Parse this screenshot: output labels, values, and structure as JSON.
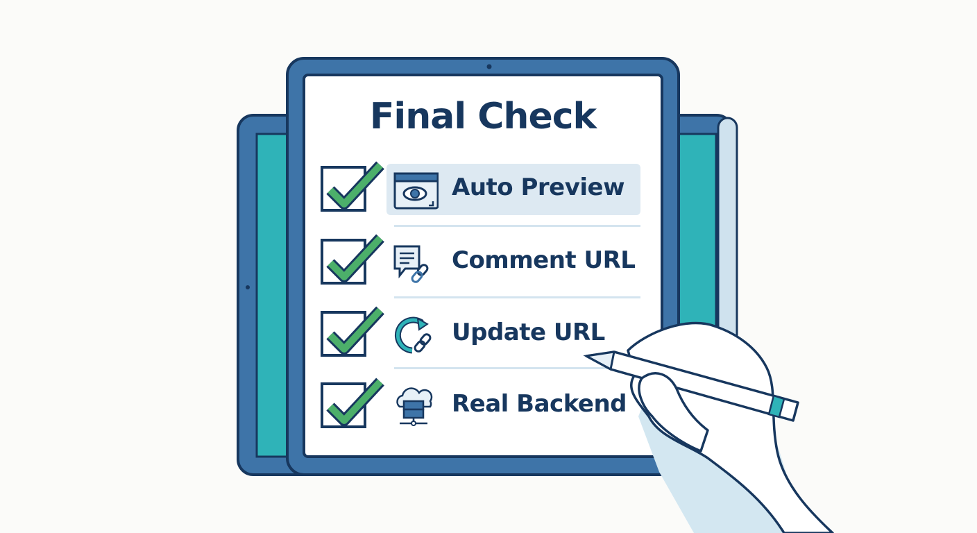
{
  "title": "Final Check",
  "colors": {
    "frame": "#3e74a8",
    "outline": "#17375e",
    "teal": "#2fb3b8",
    "check": "#4caf6a",
    "highlight": "#dde9f2"
  },
  "items": [
    {
      "label": "Auto Preview",
      "icon": "browser-eye-icon",
      "checked": true,
      "highlighted": true
    },
    {
      "label": "Comment URL",
      "icon": "comment-link-icon",
      "checked": true,
      "highlighted": false
    },
    {
      "label": "Update URL",
      "icon": "refresh-link-icon",
      "checked": true,
      "highlighted": false
    },
    {
      "label": "Real Backend",
      "icon": "cloud-server-icon",
      "checked": true,
      "highlighted": false
    }
  ]
}
